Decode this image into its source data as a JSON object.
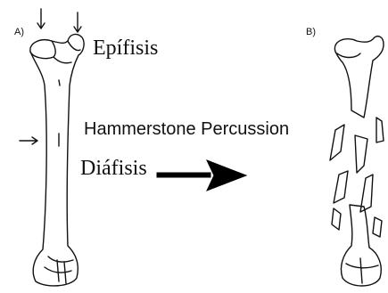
{
  "labels": {
    "panel_a": "A)",
    "panel_b": "B)",
    "epiphysis": "Epífisis",
    "process": "Hammerstone Percussion",
    "diaphysis": "Diáfisis"
  }
}
